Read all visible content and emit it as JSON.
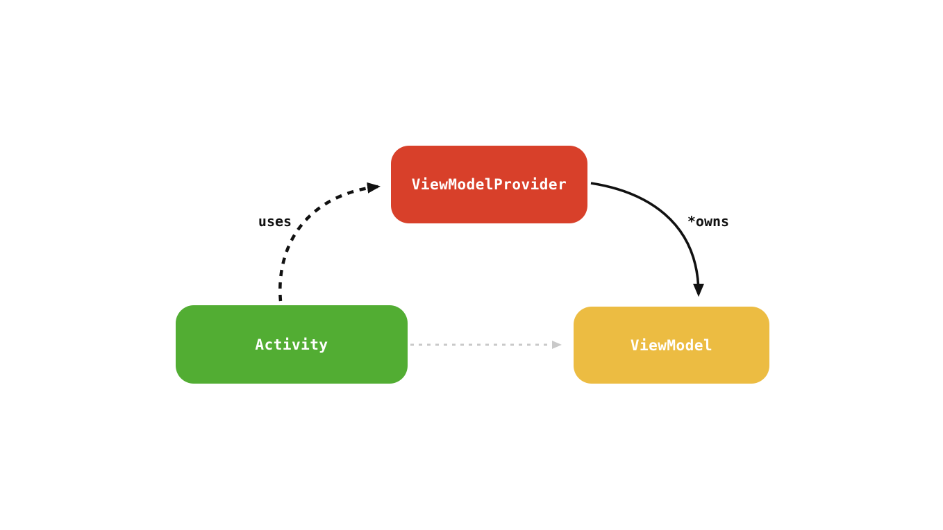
{
  "diagram": {
    "background_color": "#ffffff",
    "nodes": [
      {
        "id": "viewmodelprovider",
        "label": "ViewModelProvider",
        "color": "#d8402a",
        "text_color": "#ffffff"
      },
      {
        "id": "activity",
        "label": "Activity",
        "color": "#52ad33",
        "text_color": "#ffffff"
      },
      {
        "id": "viewmodel",
        "label": "ViewModel",
        "color": "#ecbc42",
        "text_color": "#ffffff"
      }
    ],
    "edges": [
      {
        "from": "activity",
        "to": "viewmodelprovider",
        "label": "uses",
        "style": "dashed",
        "color": "#111111"
      },
      {
        "from": "viewmodelprovider",
        "to": "viewmodel",
        "label": "*owns",
        "style": "solid",
        "color": "#111111"
      },
      {
        "from": "activity",
        "to": "viewmodel",
        "label": "",
        "style": "dotted",
        "color": "#c9c9c9"
      }
    ]
  }
}
